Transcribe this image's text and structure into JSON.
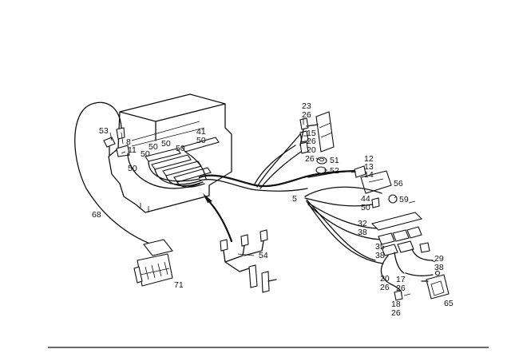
{
  "labels": [
    "53",
    "8",
    "11",
    "68",
    "50",
    "50",
    "50",
    "50",
    "50",
    "41",
    "50",
    "71",
    "54",
    "23",
    "26",
    "15",
    "26",
    "20",
    "26",
    "51",
    "52",
    "12",
    "13",
    "14",
    "5",
    "56",
    "44",
    "50",
    "59",
    "32",
    "38",
    "35",
    "38",
    "29",
    "38",
    "20",
    "26",
    "17",
    "26",
    "18",
    "26",
    "65"
  ],
  "colors": {
    "line": "#111111",
    "background": "#ffffff"
  }
}
